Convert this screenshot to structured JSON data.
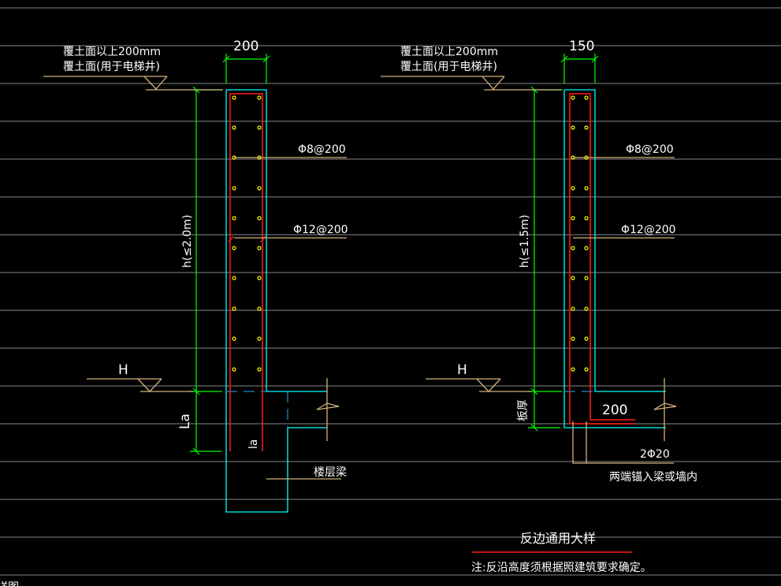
{
  "left_detail": {
    "cover_note_1": "覆土面以上200mm",
    "cover_note_2": "覆土面(用于电梯井)",
    "width_dim": "200",
    "stirrup_label": "Φ8@200",
    "vertical_bar_label": "Φ12@200",
    "height_label": "h(≤2.0m)",
    "level_label": "H",
    "anchor_dim": "La",
    "lap_label": "la",
    "beam_label": "楼层梁"
  },
  "right_detail": {
    "cover_note_1": "覆土面以上200mm",
    "cover_note_2": "覆土面(用于电梯井)",
    "width_dim": "150",
    "stirrup_label": "Φ8@200",
    "vertical_bar_label": "Φ12@200",
    "height_label": "h(≤1.5m)",
    "level_label": "H",
    "slab_thickness_label": "板厚",
    "extension_dim": "200",
    "bottom_bar_label": "2Φ20",
    "anchor_note": "两端锚入梁或墙内"
  },
  "title": "反边通用大样",
  "note": "注:反沿高度须根据照建筑要求确定。",
  "cut_off_label": "详图",
  "colors": {
    "wall": "#00ffff",
    "rebar": "#ff1a1a",
    "dimension": "#00ff00",
    "leader": "#d4b07a",
    "bar_dot": "#ffff00"
  }
}
